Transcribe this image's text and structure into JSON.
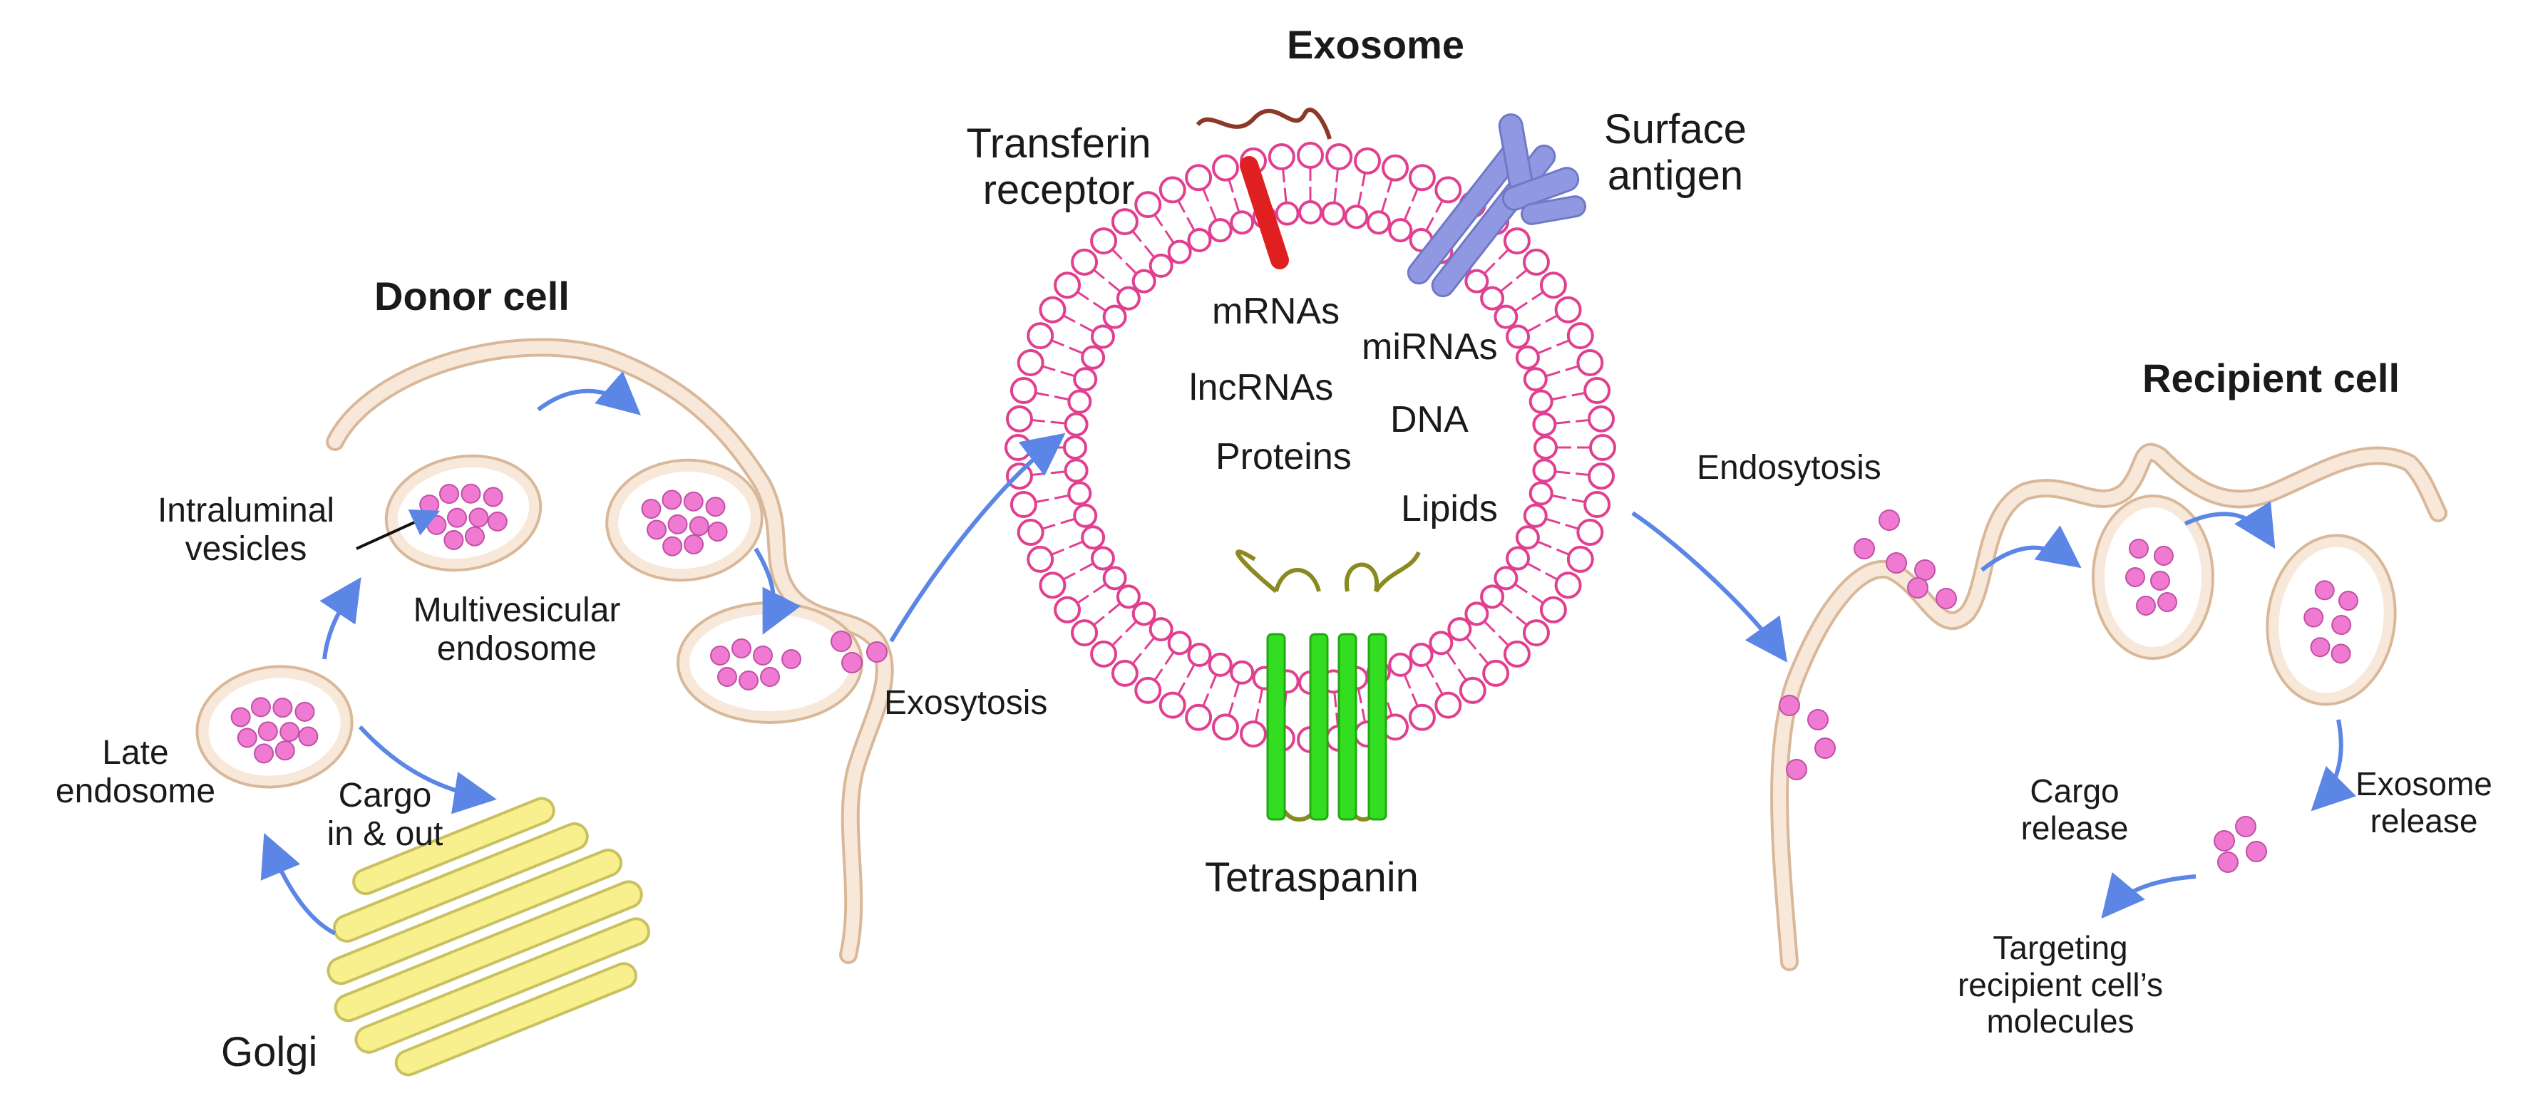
{
  "titles": {
    "exosome": "Exosome",
    "donor": "Donor cell",
    "recipient": "Recipient cell"
  },
  "exosome": {
    "transferrin_line1": "Transferin",
    "transferrin_line2": "receptor",
    "surface_line1": "Surface",
    "surface_line2": "antigen",
    "tetraspanin": "Tetraspanin",
    "cargo": {
      "mrnas": "mRNAs",
      "mirnas": "miRNAs",
      "lncrnas": "lncRNAs",
      "dna": "DNA",
      "proteins": "Proteins",
      "lipids": "Lipids"
    }
  },
  "donor": {
    "intraluminal_line1": "Intraluminal",
    "intraluminal_line2": "vesicles",
    "mve_line1": "Multivesicular",
    "mve_line2": "endosome",
    "late_line1": "Late",
    "late_line2": "endosome",
    "cargo_line1": "Cargo",
    "cargo_line2": "in & out",
    "golgi": "Golgi",
    "exocytosis": "Exosytosis"
  },
  "recipient": {
    "endocytosis": "Endosytosis",
    "cargo_release_line1": "Cargo",
    "cargo_release_line2": "release",
    "exosome_release_line1": "Exosome",
    "exosome_release_line2": "release",
    "targeting_line1": "Targeting",
    "targeting_line2": "recipient cell’s",
    "targeting_line3": "molecules"
  },
  "colors": {
    "membrane_fill": "#f8e8da",
    "membrane_stroke": "#d9b89a",
    "vesicle": "#f07ad2",
    "vesicle_stroke": "#c050a5",
    "lipid": "#e0408f",
    "arrow": "#5b86e5",
    "transferrin": "#e02020",
    "tail": "#8b3a2a",
    "antigen": "#8f98e0",
    "tetraspanin": "#33dd22",
    "tetraspanin_loop": "#8a8a20",
    "golgi_fill": "#f8f08c",
    "golgi_stroke": "#c9c060"
  }
}
